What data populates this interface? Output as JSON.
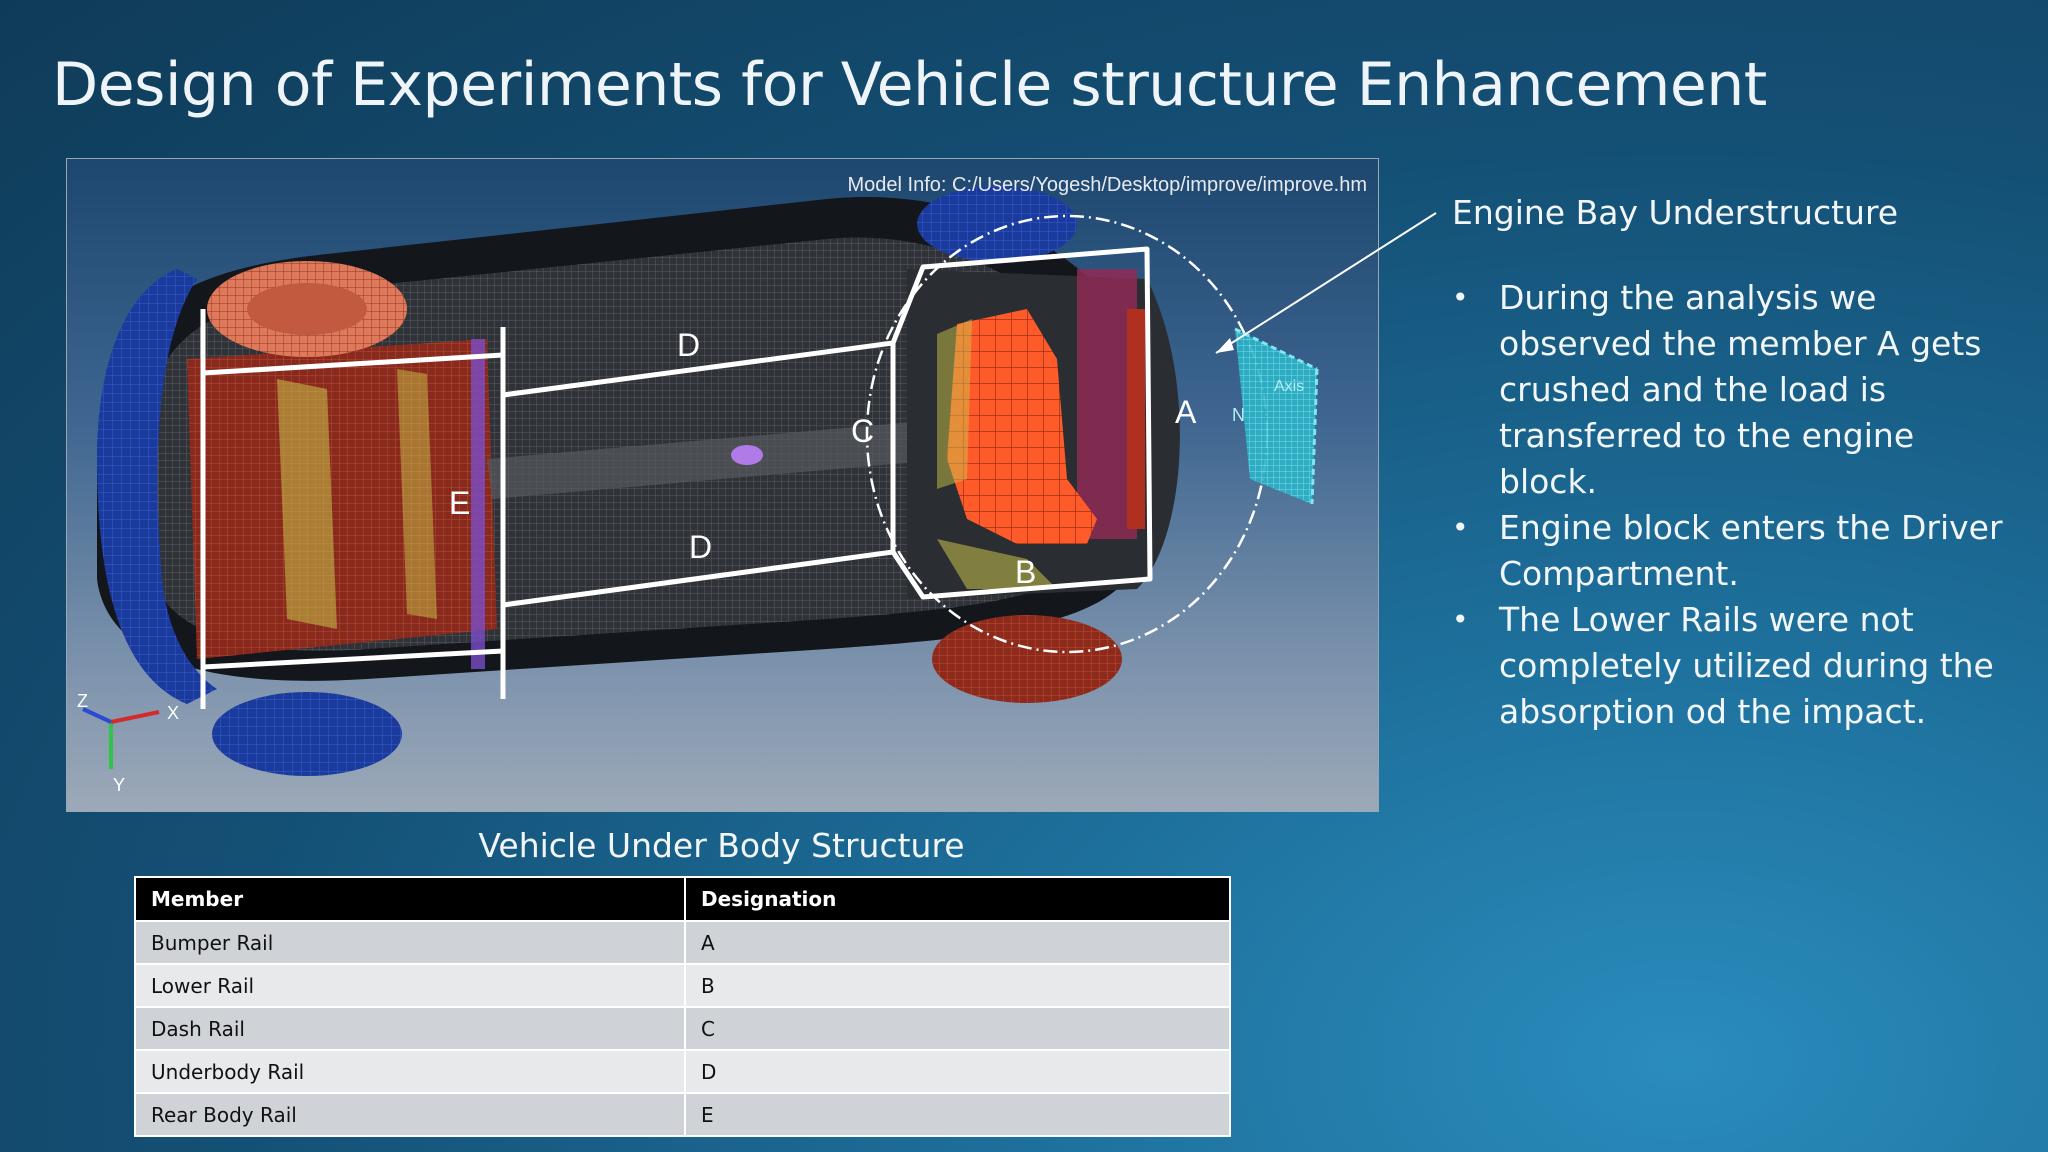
{
  "slide": {
    "title": "Design of Experiments for Vehicle structure Enhancement"
  },
  "figure": {
    "model_info": "Model Info: C:/Users/Yogesh/Desktop/improve/improve.hm",
    "caption": "Vehicle Under Body Structure",
    "labels": {
      "a": "A",
      "b": "B",
      "c": "C",
      "d1": "D",
      "d2": "D",
      "e": "E"
    },
    "axes": {
      "z": "Z",
      "x": "X",
      "y": "Y"
    },
    "callout_labels": {
      "axis": "Axis",
      "n": "N"
    }
  },
  "table": {
    "headers": [
      "Member",
      "Designation"
    ],
    "rows": [
      [
        "Bumper Rail",
        "A"
      ],
      [
        "Lower Rail",
        "B"
      ],
      [
        "Dash Rail",
        "C"
      ],
      [
        "Underbody Rail",
        "D"
      ],
      [
        "Rear Body Rail",
        "E"
      ]
    ]
  },
  "side": {
    "heading": "Engine Bay Understructure",
    "bullets": [
      "During the analysis we observed the member A gets crushed and the load is transferred to the engine block.",
      "Engine block enters the Driver Compartment.",
      "The Lower Rails were not completely utilized  during the absorption od the impact."
    ],
    "bullet_glyph": "•"
  },
  "colors": {
    "background": "#144f74",
    "highlight_lines": "#ffffff",
    "engine_block": "#ff5a2a",
    "table_header": "#000000"
  }
}
